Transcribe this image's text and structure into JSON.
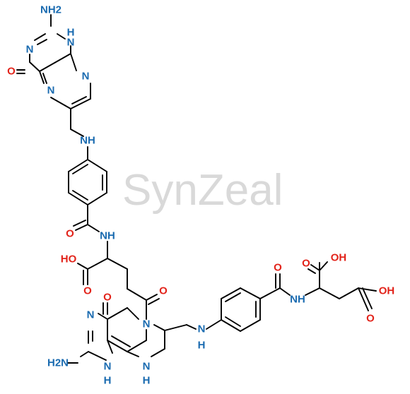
{
  "watermark": "SynZeal",
  "colors": {
    "nitrogen": "#1a6bb0",
    "oxygen": "#e2231a",
    "bond": "#000000",
    "watermark": "#d9d9d9"
  },
  "atom_labels": [
    {
      "id": "nh2_top",
      "text": "NH2",
      "element": "N"
    },
    {
      "id": "n_top1",
      "text": "N",
      "element": "N"
    },
    {
      "id": "h_top_n",
      "text": "H",
      "element": "N"
    },
    {
      "id": "n_top_nh",
      "text": "N",
      "element": "N"
    },
    {
      "id": "o_top",
      "text": "O",
      "element": "O"
    },
    {
      "id": "n_top2",
      "text": "N",
      "element": "N"
    },
    {
      "id": "n_top3",
      "text": "N",
      "element": "N"
    },
    {
      "id": "nh_link1",
      "text": "NH",
      "element": "N"
    },
    {
      "id": "o_amide1",
      "text": "O",
      "element": "O"
    },
    {
      "id": "nh_amide1",
      "text": "NH",
      "element": "N"
    },
    {
      "id": "ho_acid1",
      "text": "HO",
      "element": "O"
    },
    {
      "id": "o_acid1",
      "text": "O",
      "element": "O"
    },
    {
      "id": "o_amide2",
      "text": "O",
      "element": "O"
    },
    {
      "id": "o_bot",
      "text": "O",
      "element": "O"
    },
    {
      "id": "n_bot1",
      "text": "N",
      "element": "N"
    },
    {
      "id": "n_bot5",
      "text": "N",
      "element": "N"
    },
    {
      "id": "nh_link2",
      "text": "N",
      "element": "N"
    },
    {
      "id": "h_link2",
      "text": "H",
      "element": "N"
    },
    {
      "id": "nh2_bot",
      "text": "H2N",
      "element": "N"
    },
    {
      "id": "n_bot_nh1",
      "text": "N",
      "element": "N"
    },
    {
      "id": "h_bot1",
      "text": "H",
      "element": "N"
    },
    {
      "id": "n_bot_nh2",
      "text": "N",
      "element": "N"
    },
    {
      "id": "h_bot2",
      "text": "H",
      "element": "N"
    },
    {
      "id": "o_amide3",
      "text": "O",
      "element": "O"
    },
    {
      "id": "nh_amide3",
      "text": "NH",
      "element": "N"
    },
    {
      "id": "o_acid2",
      "text": "O",
      "element": "O"
    },
    {
      "id": "oh_acid2",
      "text": "OH",
      "element": "O"
    },
    {
      "id": "oh_acid3",
      "text": "OH",
      "element": "O"
    },
    {
      "id": "o_acid3",
      "text": "O",
      "element": "O"
    }
  ]
}
